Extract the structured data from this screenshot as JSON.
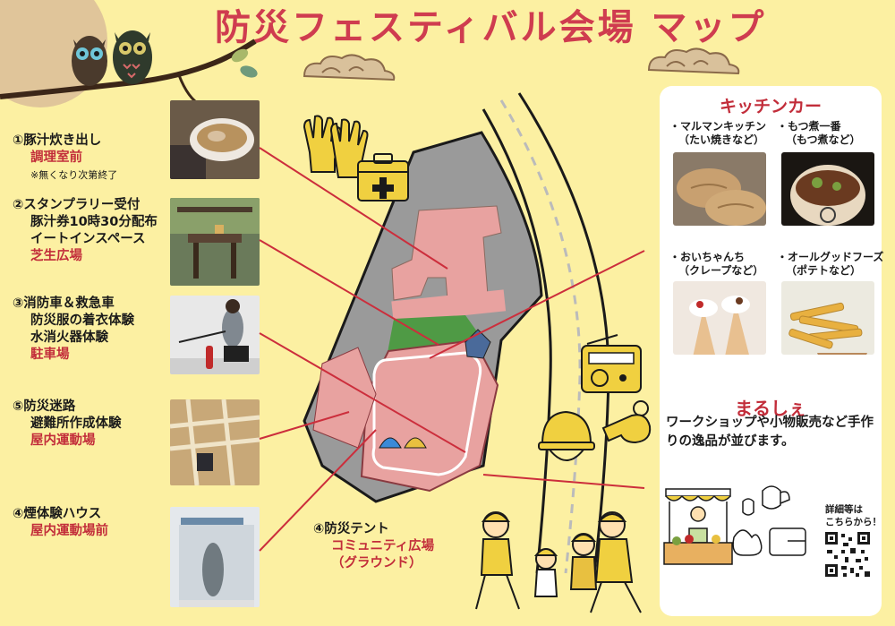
{
  "title": "防災フェスティバル会場 マップ",
  "items": [
    {
      "name": "①豚汁炊き出し",
      "location": "調理室前",
      "note": "※無くなり次第終了"
    },
    {
      "line1": "②スタンプラリー受付",
      "line2": "豚汁券10時30分配布",
      "line3": "イートインスペース",
      "location": "芝生広場"
    },
    {
      "line1": "③消防車＆救急車",
      "line2": "防災服の着衣体験",
      "line3": "水消火器体験",
      "location": "駐車場"
    },
    {
      "line1": "⑤防災迷路",
      "line2": "避難所作成体験",
      "location": "屋内運動場"
    },
    {
      "line1": "④煙体験ハウス",
      "location": "屋内運動場前"
    }
  ],
  "tent": {
    "line1": "④防災テント",
    "location": "コミュニティ広場",
    "sub": "（グラウンド）"
  },
  "kitchen_car": {
    "title": "キッチンカー",
    "vendors": [
      {
        "name": "・マルマンキッチン",
        "desc": "（たい焼きなど）"
      },
      {
        "name": "・もつ煮一番",
        "desc": "（もつ煮など）"
      },
      {
        "name": "・おいちゃんち",
        "desc": "（クレープなど）"
      },
      {
        "name": "・オールグッドフーズ",
        "desc": "（ポテトなど）"
      }
    ]
  },
  "marche": {
    "title": "まるしぇ",
    "desc": "ワークショップや小物販売など手作りの逸品が並びます。"
  },
  "qr": {
    "line1": "詳細等は",
    "line2": "こちらから！"
  },
  "colors": {
    "background": "#fcf0a2",
    "accent": "#c22d3a",
    "title": "#cf3c4f",
    "building": "#e8a2a0",
    "lawn": "#4f9a45"
  }
}
